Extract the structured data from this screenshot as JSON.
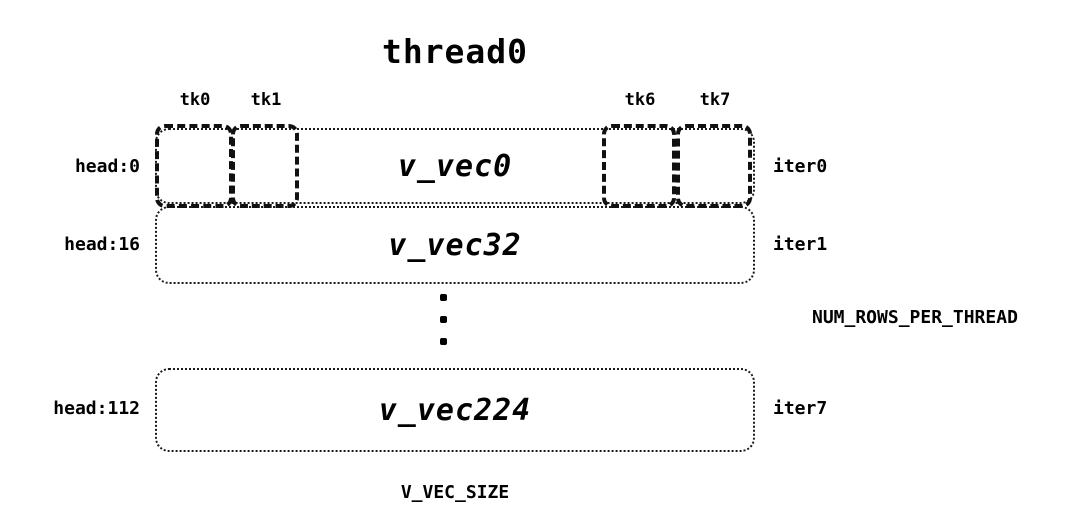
{
  "diagram": {
    "title": "thread0",
    "tk_labels": [
      {
        "label": "tk0"
      },
      {
        "label": "tk1"
      },
      {
        "label": "tk6"
      },
      {
        "label": "tk7"
      }
    ],
    "rows": [
      {
        "head": "head:0",
        "vec": "v_vec0",
        "iter": "iter0"
      },
      {
        "head": "head:16",
        "vec": "v_vec32",
        "iter": "iter1"
      },
      {
        "head": "head:112",
        "vec": "v_vec224",
        "iter": "iter7"
      }
    ],
    "num_rows_label": "NUM_ROWS_PER_THREAD",
    "v_vec_size_label": "V_VEC_SIZE"
  }
}
